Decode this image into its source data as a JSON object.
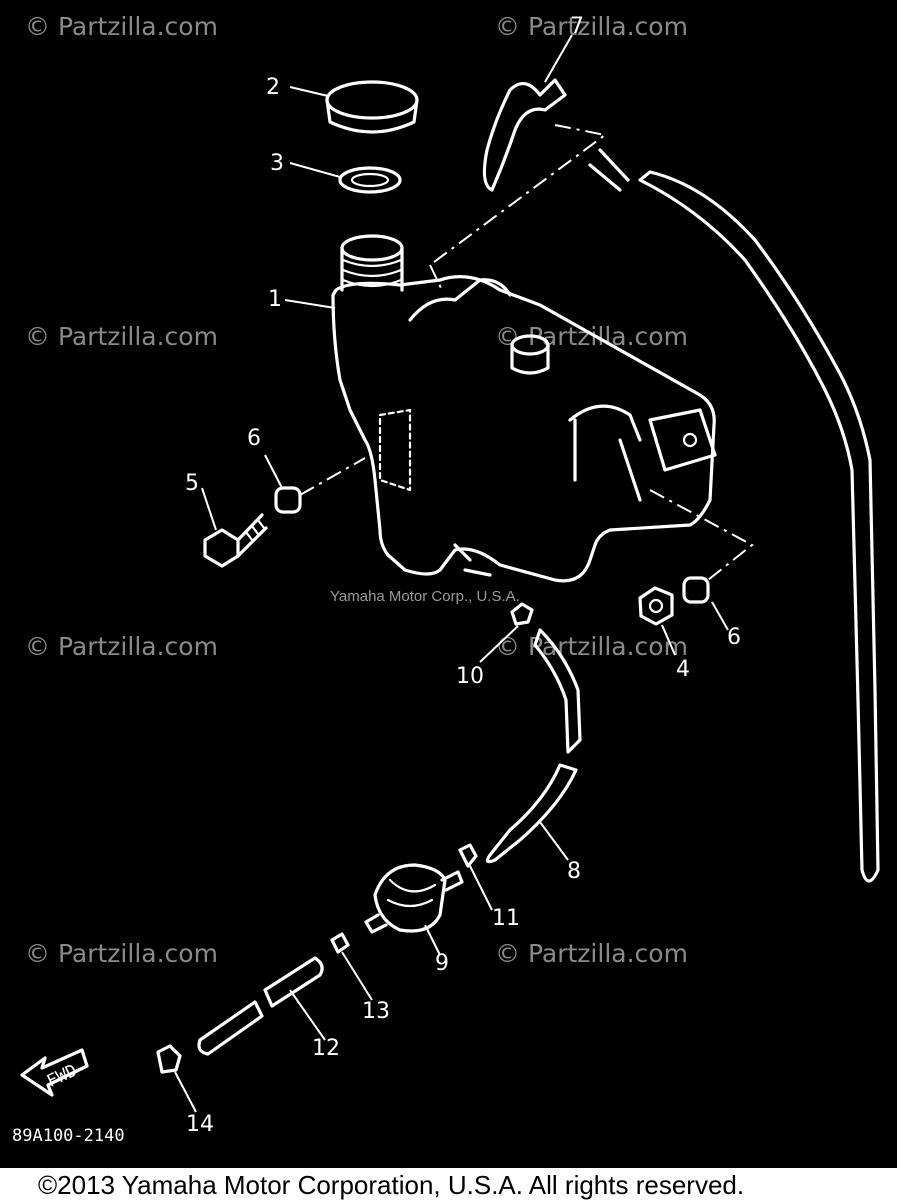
{
  "watermark_text": "© Partzilla.com",
  "middle_copyright": "Yamaha Motor Corp., U.S.A.",
  "drawing_code": "89A100-2140",
  "direction_label": "FWD",
  "footer": "©2013 Yamaha Motor Corporation, U.S.A. All rights reserved.",
  "callouts": {
    "c1": "1",
    "c2": "2",
    "c3": "3",
    "c4": "4",
    "c5": "5",
    "c6a": "6",
    "c6b": "6",
    "c7": "7",
    "c8": "8",
    "c9": "9",
    "c10": "10",
    "c11": "11",
    "c12": "12",
    "c13": "13",
    "c14": "14"
  },
  "colors": {
    "background": "#000000",
    "line": "#ffffff",
    "watermark": "#8a8a8a",
    "footer_band": "#ffffff"
  }
}
